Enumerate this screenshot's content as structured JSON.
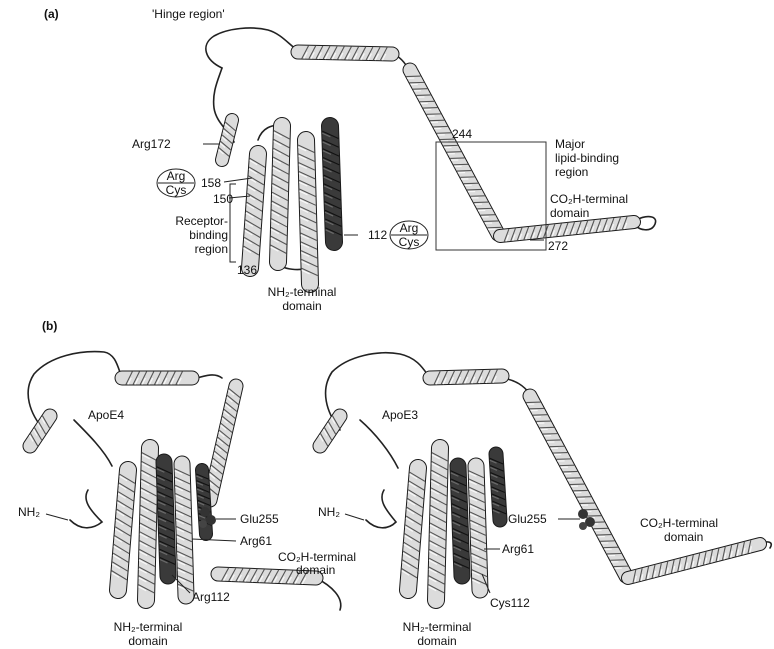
{
  "panel_a": {
    "label": "(a)",
    "hinge": "'Hinge region'",
    "arg172": "Arg172",
    "circle1_top": "Arg",
    "circle1_bottom": "Cys",
    "n158": "158",
    "n150": "150",
    "receptor_lines": [
      "Receptor-",
      "binding",
      "region"
    ],
    "n136": "136",
    "n112": "112",
    "circle2_top": "Arg",
    "circle2_bottom": "Cys",
    "nterm_lines": [
      "NH₂-terminal",
      "domain"
    ],
    "n244": "244",
    "major_lines": [
      "Major",
      "lipid-binding",
      "region"
    ],
    "coterm_lines": [
      "CO₂H-terminal",
      "domain"
    ],
    "n272": "272"
  },
  "panel_b": {
    "label": "(b)",
    "apoe4": {
      "title": "ApoE4",
      "nh2": "NH₂",
      "glu255": "Glu255",
      "arg61": "Arg61",
      "coterm_lines": [
        "CO₂H-terminal",
        "domain"
      ],
      "arg112": "Arg112",
      "nterm_lines": [
        "NH₂-terminal",
        "domain"
      ]
    },
    "apoe3": {
      "title": "ApoE3",
      "nh2": "NH₂",
      "glu255": "Glu255",
      "coterm_lines": [
        "CO₂H-terminal",
        "domain"
      ],
      "arg61": "Arg61",
      "cys112": "Cys112",
      "nterm_lines": [
        "NH₂-terminal",
        "domain"
      ]
    }
  },
  "colors": {
    "light_helix": "#dcdcdc",
    "dark_helix": "#3a3a3a",
    "outline": "#1a1a1a"
  }
}
